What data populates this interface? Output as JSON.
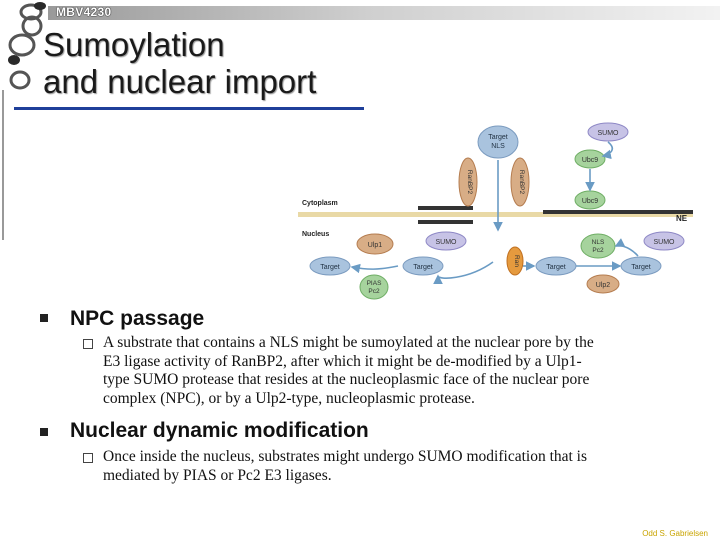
{
  "header": {
    "course_code": "MBV4230"
  },
  "title": {
    "line1": "Sumoylation",
    "line2": "and nuclear import"
  },
  "figure": {
    "cytoplasm_label": "Cytoplasm",
    "nucleus_label": "Nucleus",
    "ne_label": "NE",
    "target_nls_line1": "Target",
    "target_nls_line2": "NLS",
    "sumo_label": "SUMO",
    "ubc9_label": "Ubc9",
    "ranbp2_label": "RanBP2",
    "ulp1_label": "Ulp1",
    "ulp2_label": "Ulp2",
    "target_label": "Target",
    "pias_line1": "PIAS",
    "pias_line2": "Pc2",
    "ran_label": "Ran",
    "nls_pc2_line1": "NLS",
    "nls_pc2_line2": "Pc2"
  },
  "bullets": [
    {
      "heading": "NPC passage",
      "sub": [
        {
          "text_lines": [
            "A substrate that contains a NLS might be sumoylated at the nuclear pore by the",
            "E3 ligase activity of RanBP2, after which it might be de-modified by a Ulp1-",
            "type SUMO protease that resides at the nucleoplasmic face of the nuclear pore",
            "complex (NPC), or by a Ulp2-type, nucleoplasmic protease."
          ]
        }
      ]
    },
    {
      "heading": "Nuclear dynamic modification",
      "sub": [
        {
          "text_lines": [
            "Once inside the nucleus, substrates might undergo SUMO modification that is",
            "mediated by PIAS or Pc2 E3 ligases."
          ]
        }
      ]
    }
  ],
  "footer": {
    "credit": "Odd S. Gabrielsen"
  }
}
